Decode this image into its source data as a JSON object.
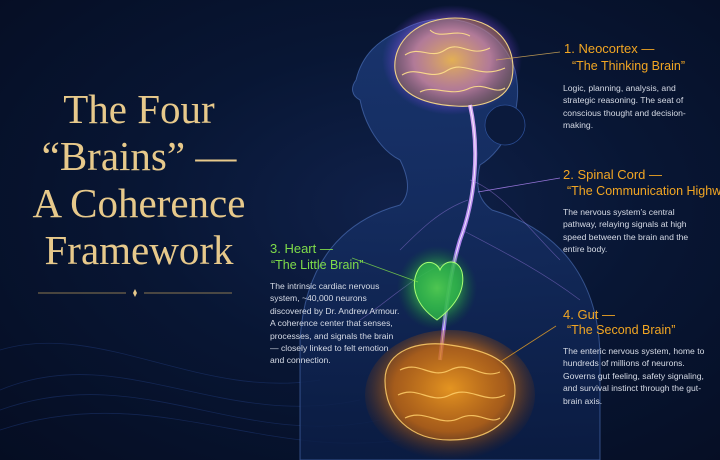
{
  "title": {
    "lines": [
      "The Four",
      "“Brains” —",
      "A Coherence",
      "Framework"
    ]
  },
  "sections": {
    "neocortex": {
      "heading": "1. Neocortex —",
      "subtitle": "“The Thinking Brain”",
      "description": "Logic, planning, analysis, and strategic reasoning. The seat of conscious thought and decision-making."
    },
    "spinal_cord": {
      "heading": "2. Spinal Cord —",
      "subtitle": "“The Communication Highway",
      "description": "The nervous system’s central pathway, relaying signals at high speed between the brain and the entire body."
    },
    "heart": {
      "heading": "3. Heart —",
      "subtitle": "“The Little Brain”",
      "description": "The intrinsic cardiac nervous system, ~40,000 neurons discovered by Dr. Andrew Armour. A coherence center that senses, processes, and signals the brain — closely linked to felt emotion and connection."
    },
    "gut": {
      "heading": "4. Gut —",
      "subtitle": "“The Second Brain”",
      "description": "The enteric nervous system, home to hundreds of millions of neurons. Governs gut feeling, safety signaling, and survival instinct through the gut-brain axis."
    }
  },
  "colors": {
    "background": "#081634",
    "title_gold": "#e7c98b",
    "heading_orange": "#f2a623",
    "heart_green": "#7fdc4a",
    "brain_purple": "#c77dff",
    "body_text": "#d6dbe6"
  }
}
